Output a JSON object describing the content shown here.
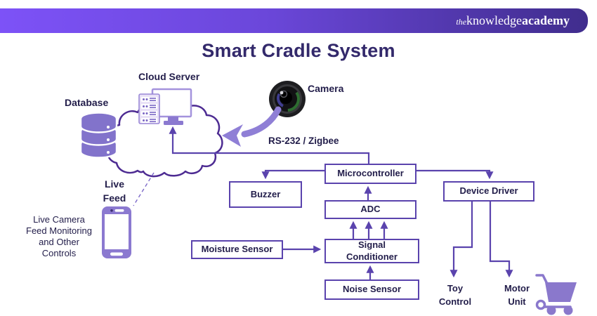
{
  "header": {
    "logo": {
      "the": "the",
      "knowledge": "knowledge",
      "academy": "academy"
    }
  },
  "title": "Smart Cradle System",
  "labels": {
    "cloud_server": "Cloud Server",
    "database": "Database",
    "camera": "Camera",
    "protocol": "RS-232 / Zigbee",
    "live_feed": "Live Feed",
    "live_camera_note": "Live Camera Feed Monitoring and Other Controls",
    "toy_control": "Toy Control",
    "motor_unit": "Motor Unit"
  },
  "boxes": {
    "microcontroller": "Microcontroller",
    "buzzer": "Buzzer",
    "adc": "ADC",
    "device_driver": "Device Driver",
    "signal_conditioner": "Signal Conditioner",
    "moisture_sensor": "Moisture Sensor",
    "noise_sensor": "Noise Sensor"
  },
  "icons": {
    "cloud": "cloud-icon",
    "server": "server-rack-icon",
    "monitor": "monitor-icon",
    "database": "database-cylinder-icon",
    "camera": "camera-lens-icon",
    "phone": "smartphone-icon",
    "cart": "shopping-cart-icon",
    "curved_arrow": "curved-arrow-icon"
  },
  "colors": {
    "header_gradient_start": "#7d52f7",
    "header_gradient_end": "#402d8d",
    "title_text": "#33296b",
    "body_text": "#221d4a",
    "line_accent": "#5a43ad",
    "icon_purple": "#8b79d0",
    "cloud_stroke": "#4d2b92",
    "arrow_light": "#8f7fd6"
  }
}
